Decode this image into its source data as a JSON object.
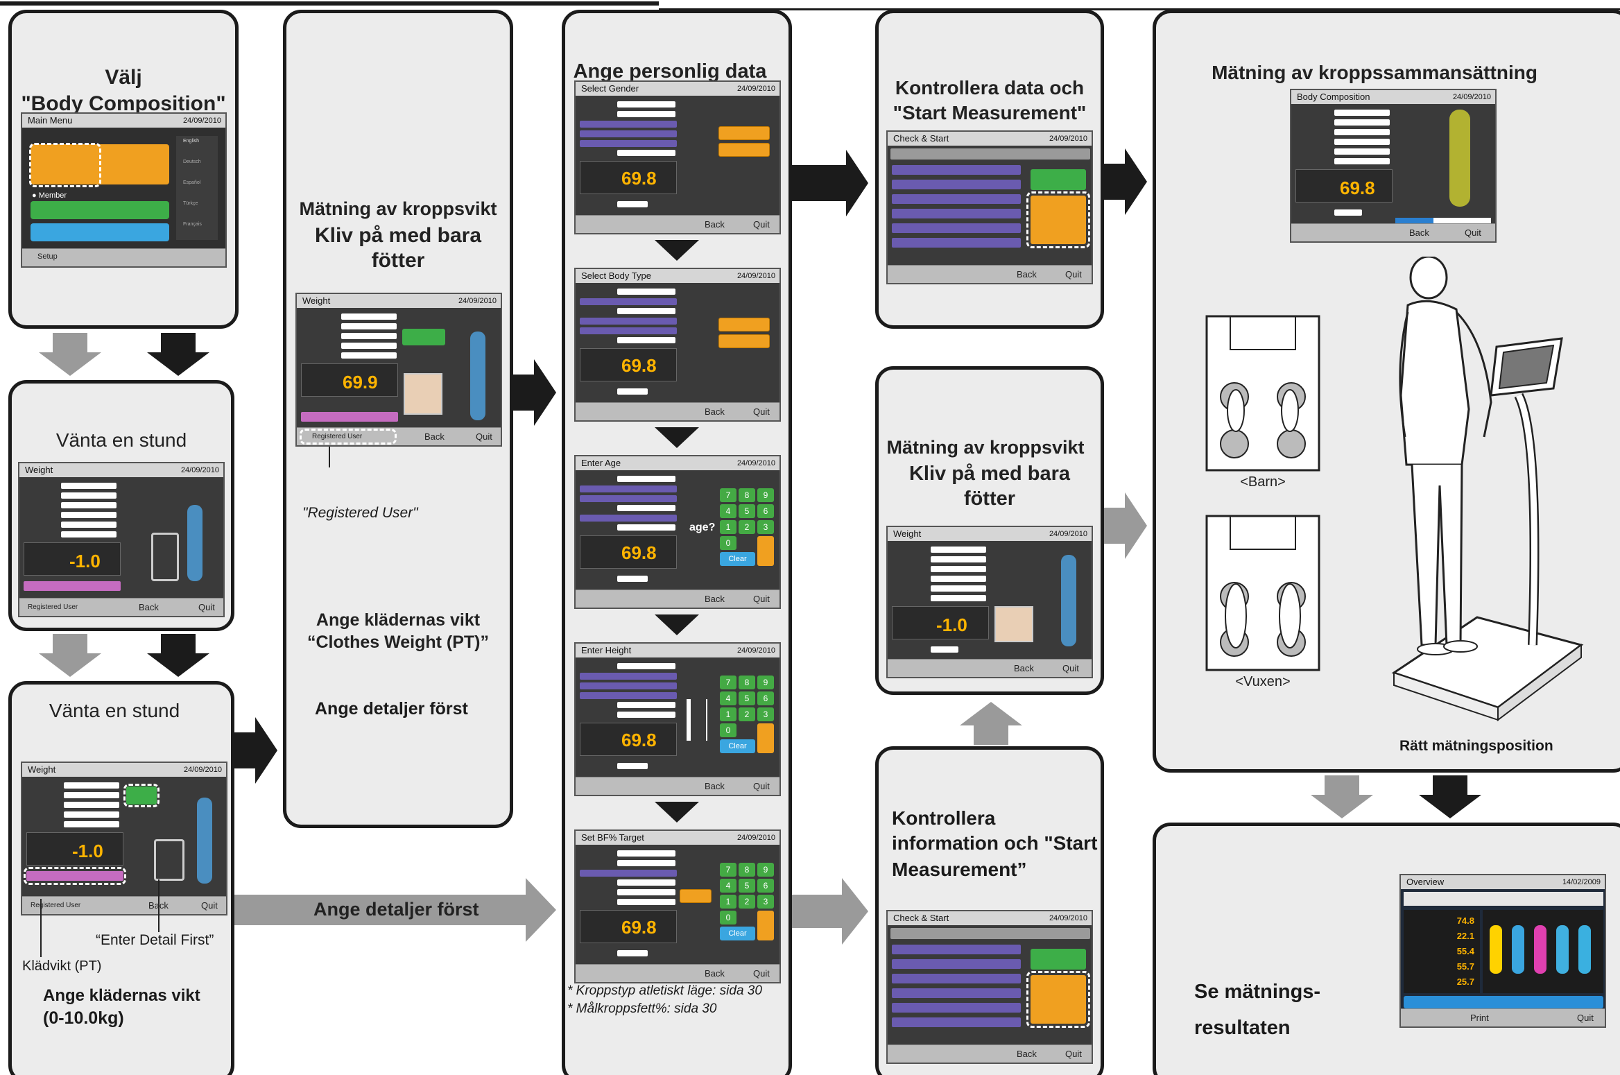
{
  "colors": {
    "panel_bg": "#ececec",
    "panel_border": "#1b1b1b",
    "arrow_dark": "#1b1b1b",
    "arrow_grey": "#9a9a9a",
    "screen_bg": "#3a3a3a",
    "weight_value": "#ffb400",
    "orange_button": "#f0a020",
    "purple_row": "#6a5bb0",
    "pink_row": "#c56cc0",
    "green_key": "#44aa44",
    "blue_button": "#3aa6e0"
  },
  "steps": {
    "select": {
      "title_line1": "Välj",
      "title_line2": "\"Body Composition\""
    },
    "wait1": {
      "title": "Vänta en stund"
    },
    "wait2": {
      "title": "Vänta en stund",
      "label_enter_detail": "“Enter Detail First”",
      "label_clothes": "Klädvikt (PT)",
      "clothes_heading_line1": "Ange klädernas vikt",
      "clothes_heading_line2": "(0-10.0kg)"
    },
    "registered": {
      "title_line1": "Mätning av kroppsvikt",
      "title_line2": "Kliv på med bara",
      "title_line3": "fötter",
      "caption": "\"Registered User\"",
      "clothes_line1": "Ange klädernas vikt",
      "clothes_line2": "“Clothes Weight (PT)”",
      "detail": "Ange detaljer först"
    },
    "arrow_label": "Ange detaljer först",
    "personal": {
      "title": "Ange personlig data",
      "note1": "* Kroppstyp atletiskt läge: sida 30",
      "note2": "* Målkroppsfett%: sida 30"
    },
    "check1": {
      "title_line1": "Kontrollera data och",
      "title_line2": "\"Start Measurement\""
    },
    "weigh2": {
      "title_line1": "Mätning av kroppsvikt",
      "title_line2": "Kliv på med bara",
      "title_line3": "fötter"
    },
    "check2": {
      "title_line1": "Kontrollera",
      "title_line2": "information och \"Start",
      "title_line3": "Measurement”"
    },
    "measure": {
      "title": "Mätning av kroppssammansättning",
      "child": "<Barn>",
      "adult": "<Vuxen>",
      "position": "Rätt mätningsposition"
    },
    "results": {
      "title_line1": "Se mätnings-",
      "title_line2": "resultaten"
    }
  },
  "screens": {
    "date": "24/09/2010",
    "back": "Back",
    "quit": "Quit",
    "main_menu": {
      "title": "Main Menu",
      "member": "● Member",
      "setup": "Setup",
      "languages": [
        "English",
        "Deutsch",
        "Español",
        "Türkçe",
        "Français"
      ]
    },
    "weight": {
      "title": "Weight",
      "registered_user": "Registered User",
      "values": [
        "-1.0",
        "69.9",
        "-1.0",
        "-1.0"
      ]
    },
    "select_gender": {
      "title": "Select Gender",
      "value": "69.8"
    },
    "select_body_type": {
      "title": "Select Body Type",
      "value": "69.8"
    },
    "enter_age": {
      "title": "Enter Age",
      "value": "69.8",
      "prompt": "age?",
      "clear": "Clear"
    },
    "enter_height": {
      "title": "Enter Height",
      "value": "69.8",
      "clear": "Clear"
    },
    "set_bf_target": {
      "title": "Set BF% Target",
      "value": "69.8",
      "clear": "Clear"
    },
    "check_start": {
      "title": "Check & Start"
    },
    "body_composition": {
      "title": "Body Composition",
      "value": "69.8"
    },
    "overview": {
      "title": "Overview",
      "date": "14/02/2009",
      "values": [
        "74.8",
        "22.1",
        "55.4",
        "55.7",
        "25.7"
      ],
      "print": "Print"
    },
    "keypad": [
      "7",
      "8",
      "9",
      "4",
      "5",
      "6",
      "1",
      "2",
      "3",
      "0"
    ]
  }
}
